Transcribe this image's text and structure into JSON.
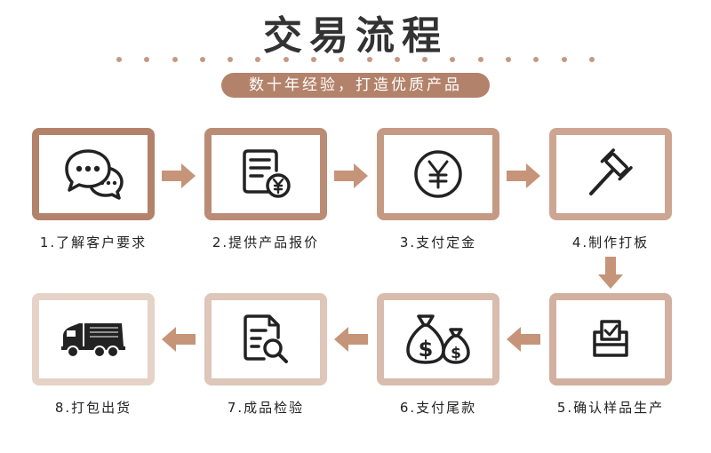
{
  "header": {
    "title": "交易流程",
    "subtitle": "数十年经验，打造优质产品"
  },
  "steps": [
    {
      "label": "1.了解客户要求",
      "icon": "chat-bubbles-icon"
    },
    {
      "label": "2.提供产品报价",
      "icon": "quote-document-icon"
    },
    {
      "label": "3.支付定金",
      "icon": "yen-coin-icon"
    },
    {
      "label": "4.制作打板",
      "icon": "hammer-icon"
    },
    {
      "label": "5.确认样品生产",
      "icon": "approval-box-icon"
    },
    {
      "label": "6.支付尾款",
      "icon": "money-bags-icon"
    },
    {
      "label": "7.成品检验",
      "icon": "inspect-document-icon"
    },
    {
      "label": "8.打包出货",
      "icon": "truck-icon"
    }
  ],
  "colors": {
    "accent": "#b3826a",
    "arrow": "#c59479",
    "border_1": "#b3826a",
    "border_2": "#ba8c75",
    "border_3": "#c49a85",
    "border_4": "#cca692",
    "border_5": "#d2b0a0",
    "border_6": "#d8bcad",
    "border_7": "#dec6b9",
    "border_8": "#e6d3c8"
  }
}
